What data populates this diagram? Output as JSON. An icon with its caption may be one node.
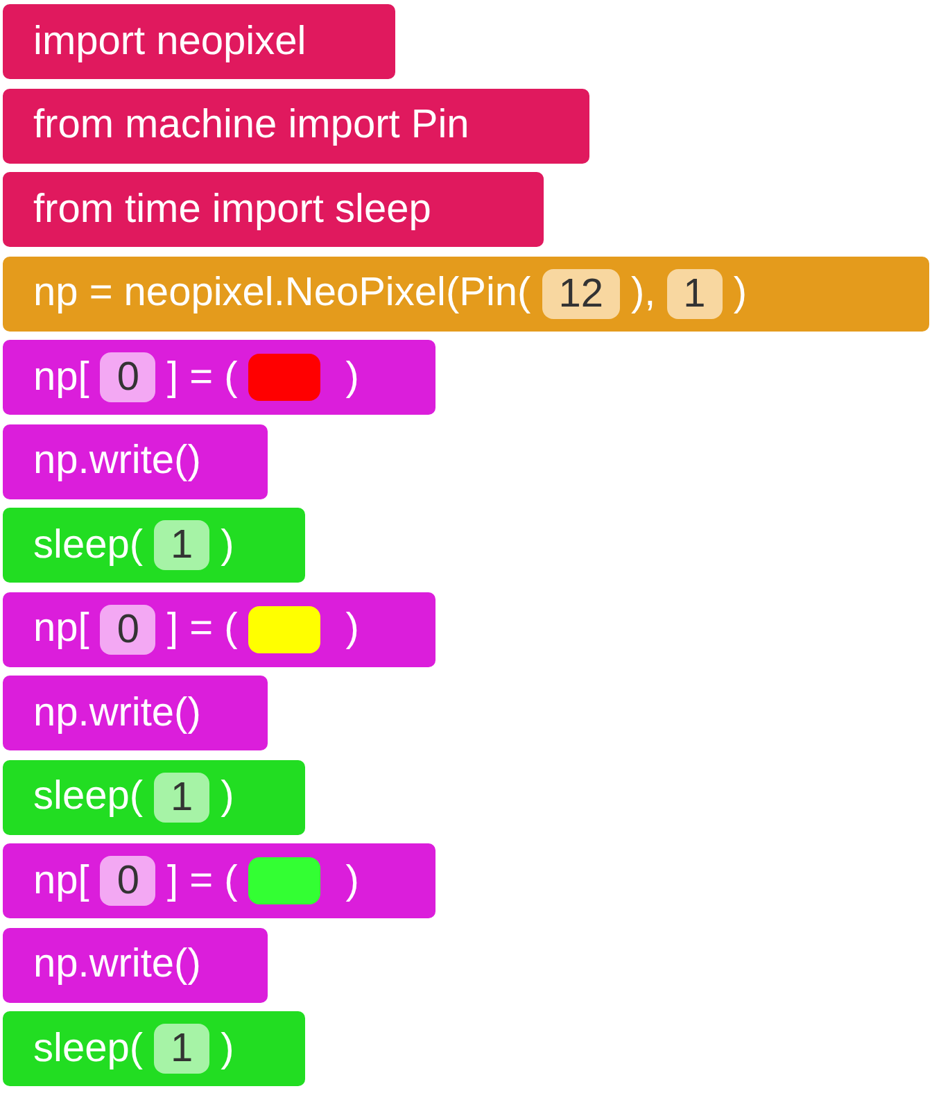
{
  "diagram": {
    "nodes": [
      {
        "text": [
          "import neopixel"
        ]
      },
      {
        "text": [
          "from machine import Pin"
        ]
      },
      {
        "text": [
          "from time import sleep"
        ]
      },
      {
        "text": [
          "np = neopixel.NeoPixel(Pin(",
          "),",
          ")"
        ]
      },
      {
        "text": [
          "12"
        ],
        "in": 3
      },
      {
        "text": [
          "1"
        ],
        "in": 3
      },
      {
        "text": [
          "np[",
          "] = (",
          ")"
        ]
      },
      {
        "text": [
          "0"
        ],
        "in": 6
      },
      {
        "text": [],
        "shape": "box",
        "in": 6
      },
      {
        "text": [
          "np.write()"
        ]
      },
      {
        "text": [
          "sleep(",
          ")"
        ]
      },
      {
        "text": [
          "1"
        ],
        "in": 10
      },
      {
        "text": [
          "np[",
          "] = (",
          ")"
        ]
      },
      {
        "text": [
          "0"
        ],
        "in": 12
      },
      {
        "text": [],
        "shape": "box",
        "in": 12
      },
      {
        "text": [
          "np.write()"
        ]
      },
      {
        "text": [
          "sleep(",
          ")"
        ]
      },
      {
        "text": [
          "1"
        ],
        "in": 16
      },
      {
        "text": [
          "np[",
          "] = (",
          ")"
        ]
      },
      {
        "text": [
          "0"
        ],
        "in": 18
      },
      {
        "text": [],
        "shape": "box",
        "in": 18
      },
      {
        "text": [
          "np.write()"
        ]
      },
      {
        "text": [
          "sleep(",
          ")"
        ]
      },
      {
        "text": [
          "1"
        ],
        "in": 22
      }
    ]
  }
}
